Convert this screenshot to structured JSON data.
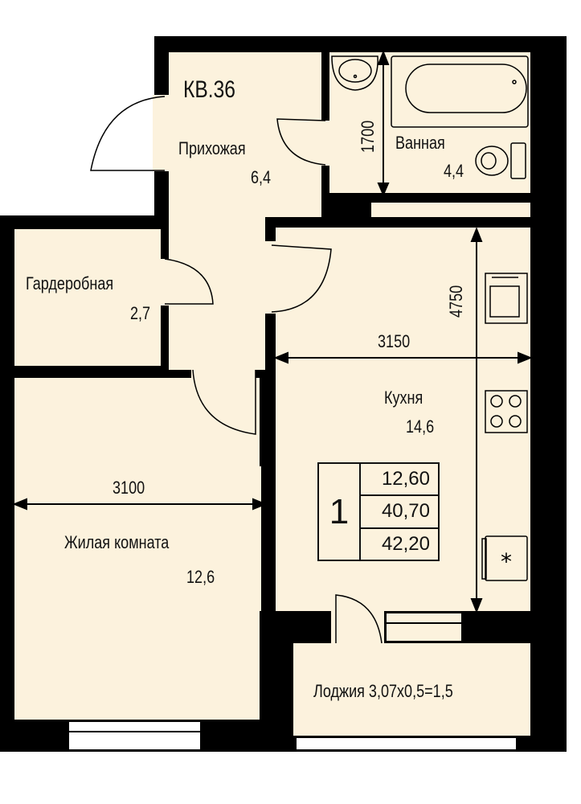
{
  "apartment": {
    "label": "КВ.36"
  },
  "rooms": [
    {
      "name": "Прихожая",
      "area": "6,4"
    },
    {
      "name": "Ванная",
      "area": "4,4"
    },
    {
      "name": "Гардеробная",
      "area": "2,7"
    },
    {
      "name": "Кухня",
      "area": "14,6"
    },
    {
      "name": "Жилая комната",
      "area": "12,6"
    },
    {
      "name": "Лоджия 3,07x0,5=1,5"
    }
  ],
  "dimensions": {
    "bath_height": "1700",
    "kitchen_length": "4750",
    "kitchen_width": "3150",
    "living_width": "3100"
  },
  "summary": {
    "rooms_count": "1",
    "living_area": "12,60",
    "total_area": "40,70",
    "total_with_loggia": "42,20"
  },
  "colors": {
    "floor": "#fcf2dd",
    "wall": "#000000"
  }
}
